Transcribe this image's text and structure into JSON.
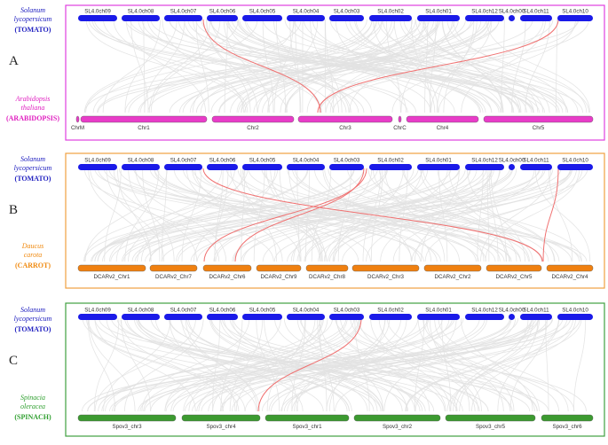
{
  "panels": [
    {
      "letter": "A",
      "frame_color": "#e040e0",
      "top_species": {
        "name_line1": "Solanum",
        "name_line2": "lycopersicum",
        "common": "(TOMATO)",
        "color": "#2020c0"
      },
      "bottom_species": {
        "name_line1": "Arabidopsis",
        "name_line2": "thaliana",
        "common": "(ARABIDOPSIS)",
        "color": "#e020c0"
      },
      "top_chromosomes": [
        "SL4.0ch09",
        "SL4.0ch08",
        "SL4.0ch07",
        "SL4.0ch06",
        "SL4.0ch05",
        "SL4.0ch04",
        "SL4.0ch03",
        "SL4.0ch02",
        "SL4.0ch01",
        "SL4.0ch12",
        "SL4.0ch00",
        "SL4.0ch11",
        "SL4.0ch10"
      ],
      "bottom_chromosomes": [
        "ChrM",
        "Chr1",
        "Chr2",
        "Chr3",
        "ChrC",
        "Chr4",
        "Chr5"
      ],
      "bottom_bar_color": "#e83cc8"
    },
    {
      "letter": "B",
      "frame_color": "#f0a040",
      "top_species": {
        "name_line1": "Solanum",
        "name_line2": "lycopersicum",
        "common": "(TOMATO)",
        "color": "#2020c0"
      },
      "bottom_species": {
        "name_line1": "Daucus",
        "name_line2": "carota",
        "common": "(CARROT)",
        "color": "#f08a10"
      },
      "top_chromosomes": [
        "SL4.0ch09",
        "SL4.0ch08",
        "SL4.0ch07",
        "SL4.0ch06",
        "SL4.0ch05",
        "SL4.0ch04",
        "SL4.0ch03",
        "SL4.0ch02",
        "SL4.0ch01",
        "SL4.0ch12",
        "SL4.0ch00",
        "SL4.0ch11",
        "SL4.0ch10"
      ],
      "bottom_chromosomes": [
        "DCARv2_Chr1",
        "DCARv2_Chr7",
        "DCARv2_Chr6",
        "DCARv2_Chr9",
        "DCARv2_Chr8",
        "DCARv2_Chr3",
        "DCARv2_Chr2",
        "DCARv2_Chr5",
        "DCARv2_Chr4"
      ],
      "bottom_bar_color": "#f08010"
    },
    {
      "letter": "C",
      "frame_color": "#40a040",
      "top_species": {
        "name_line1": "Solanum",
        "name_line2": "lycopersicum",
        "common": "(TOMATO)",
        "color": "#2020c0"
      },
      "bottom_species": {
        "name_line1": "Spinacia",
        "name_line2": "oleracea",
        "common": "(SPINACH)",
        "color": "#30a030"
      },
      "top_chromosomes": [
        "SL4.0ch09",
        "SL4.0ch08",
        "SL4.0ch07",
        "SL4.0ch06",
        "SL4.0ch05",
        "SL4.0ch04",
        "SL4.0ch03",
        "SL4.0ch02",
        "SL4.0ch01",
        "SL4.0ch12",
        "SL4.0ch00",
        "SL4.0ch11",
        "SL4.0ch10"
      ],
      "bottom_chromosomes": [
        "Spov3_chr3",
        "Spov3_chr4",
        "Spov3_chr1",
        "Spov3_chr2",
        "Spov3_chr5",
        "Spov3_chr6"
      ],
      "bottom_bar_color": "#3c9a30"
    }
  ],
  "colors": {
    "top_bar": "#1a1ae8",
    "synteny_background": "#e2e2e2",
    "highlight_link": "#f07070"
  }
}
